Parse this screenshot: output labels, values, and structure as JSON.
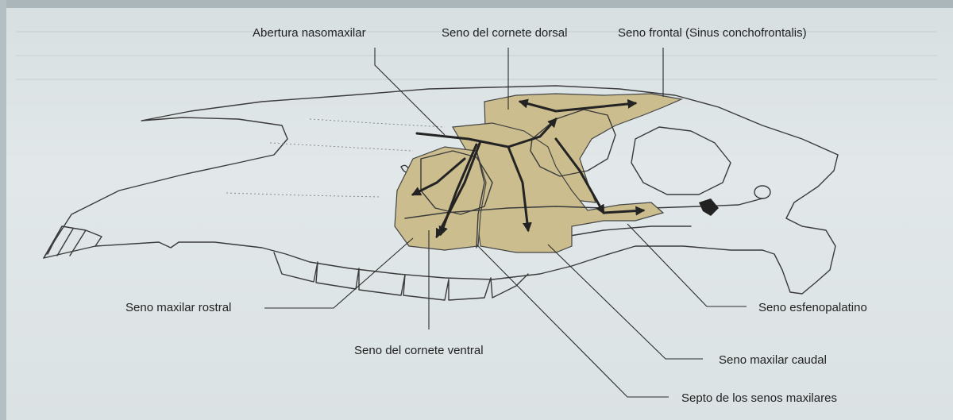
{
  "labels": {
    "abertura_nasomaxilar": "Abertura nasomaxilar",
    "seno_cornete_dorsal": "Seno del cornete dorsal",
    "seno_frontal": "Seno frontal (Sinus conchofrontalis)",
    "seno_maxilar_rostral": "Seno maxilar rostral",
    "seno_cornete_ventral": "Seno del cornete ventral",
    "seno_esfenopalatino": "Seno esfenopalatino",
    "seno_maxilar_caudal": "Seno maxilar caudal",
    "septo_senos_maxilares": "Septo de los senos maxilares"
  },
  "colors": {
    "sinus_fill": "#cbbd8e",
    "outline": "#3a3a3a",
    "arrow": "#232323",
    "background": "#e2e8ea"
  }
}
